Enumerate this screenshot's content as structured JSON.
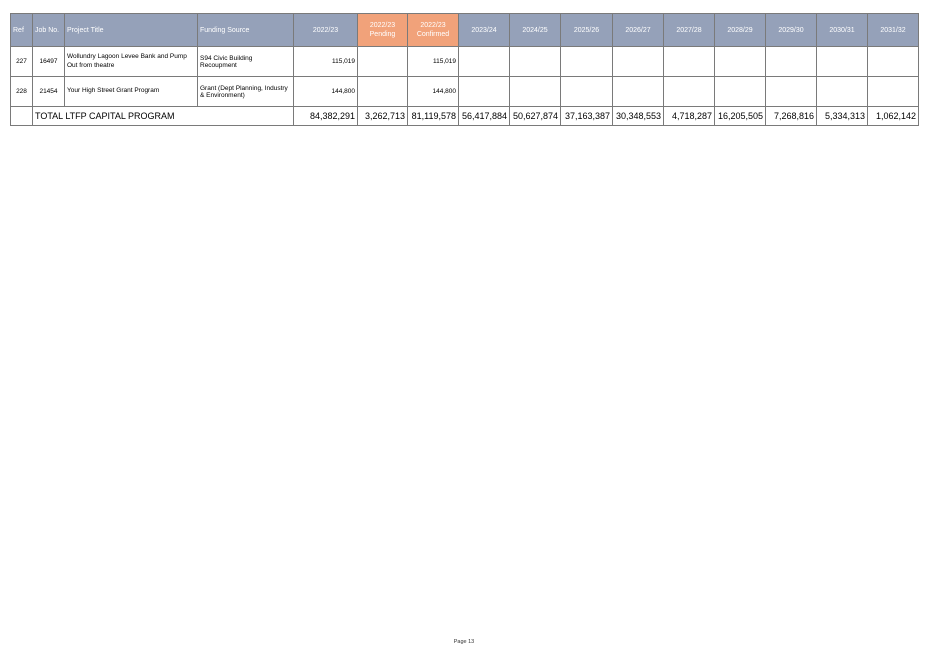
{
  "columns": {
    "ref": "Ref",
    "job_no": "Job No.",
    "project_title": "Project Title",
    "funding_source": "Funding Source",
    "y2022": "2022/23",
    "y2022_pending": [
      "2022/23",
      "Pending"
    ],
    "y2022_confirmed": [
      "2022/23",
      "Confirmed"
    ],
    "y2023": "2023/24",
    "y2024": "2024/25",
    "y2025": "2025/26",
    "y2026": "2026/27",
    "y2027": "2027/28",
    "y2028": "2028/29",
    "y2029": "2029/30",
    "y2030": "2030/31",
    "y2031": "2031/32"
  },
  "rows": [
    {
      "ref": "227",
      "job_no": "16497",
      "project_title": "Wollundry Lagoon Levee Bank and Pump Out from theatre",
      "funding_source": "S94 Civic Building Recoupment",
      "y2022": "115,019",
      "y2022_pending": "",
      "y2022_confirmed": "115,019"
    },
    {
      "ref": "228",
      "job_no": "21454",
      "project_title": "Your High Street Grant Program",
      "funding_source": "Grant (Dept Planning, Industry & Environment)",
      "y2022": "144,800",
      "y2022_pending": "",
      "y2022_confirmed": "144,800"
    }
  ],
  "total": {
    "label": "TOTAL LTFP CAPITAL PROGRAM",
    "y2022": "84,382,291",
    "y2022_pending": "3,262,713",
    "y2022_confirmed": "81,119,578",
    "y2023": "56,417,884",
    "y2024": "50,627,874",
    "y2025": "37,163,387",
    "y2026": "30,348,553",
    "y2027": "4,718,287",
    "y2028": "16,205,505",
    "y2029": "7,268,816",
    "y2030": "5,334,313",
    "y2031": "1,062,142"
  },
  "footer": "Page 13",
  "colors": {
    "header_bg": "#95a1b9",
    "pending_bg": "#f1a27a",
    "header_text": "#ffffff",
    "border": "#7a7a7a"
  }
}
